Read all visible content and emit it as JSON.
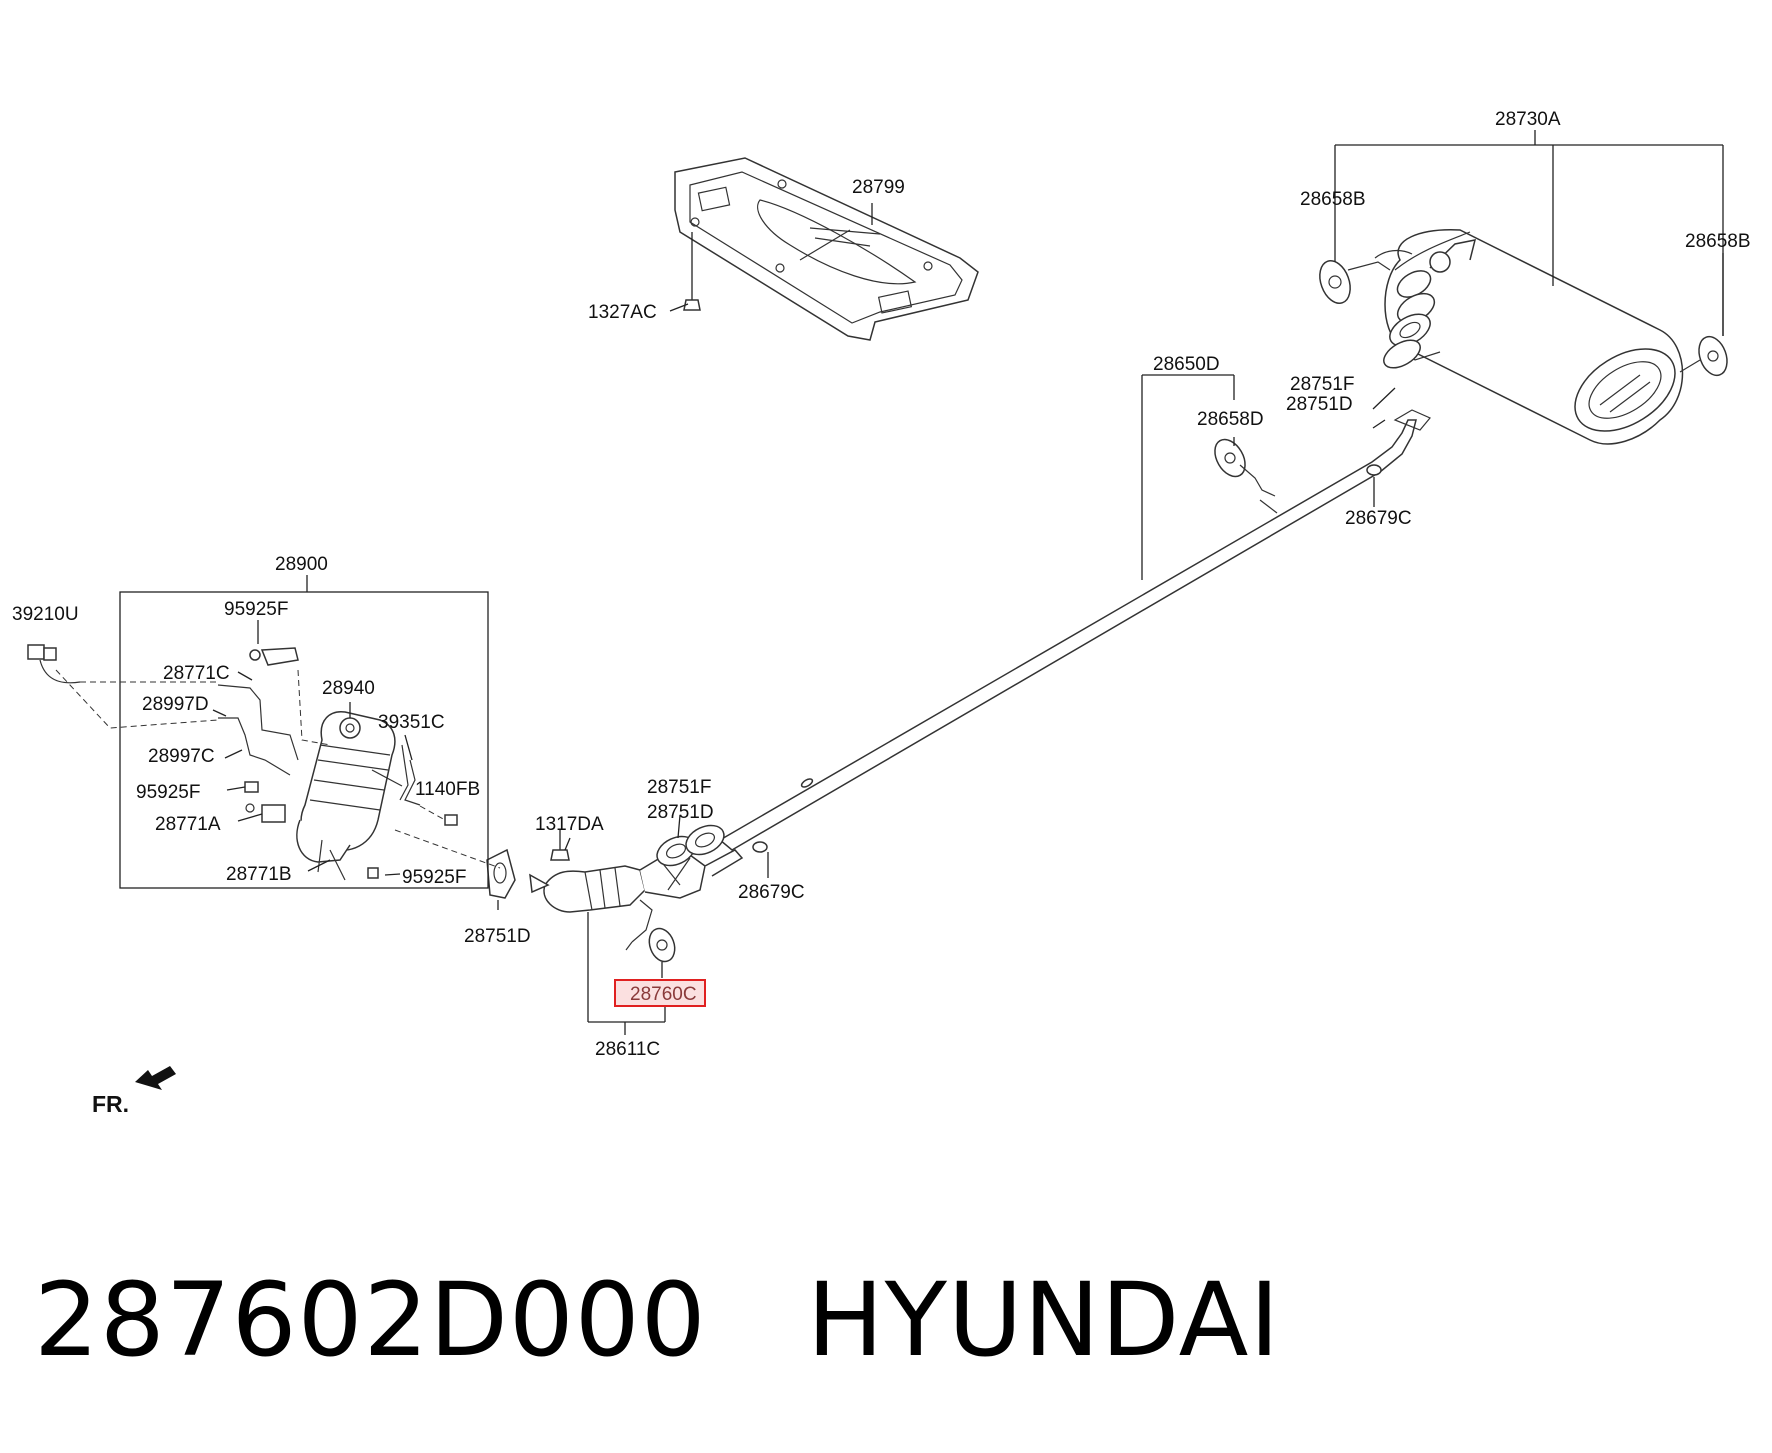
{
  "labels": {
    "l28730A": "28730A",
    "l28658B_left": "28658B",
    "l28658B_right": "28658B",
    "l28799": "28799",
    "l1327AC": "1327AC",
    "l28650D": "28650D",
    "l28751F_top": "28751F",
    "l28751D_top": "28751D",
    "l28658D": "28658D",
    "l28679C_top": "28679C",
    "l28900": "28900",
    "l39210U": "39210U",
    "l95925F_top": "95925F",
    "l28771C": "28771C",
    "l28940": "28940",
    "l28997D": "28997D",
    "l39351C": "39351C",
    "l28997C": "28997C",
    "l95925F_mid": "95925F",
    "l1140FB": "1140FB",
    "l28771A": "28771A",
    "l28771B": "28771B",
    "l95925F_bot": "95925F",
    "l1317DA": "1317DA",
    "l28751F_mid": "28751F",
    "l28751D_mid": "28751D",
    "l28751D_bot": "28751D",
    "l28679C_mid": "28679C",
    "l28760C": "28760C",
    "l28611C": "28611C",
    "fr": "FR."
  },
  "highlight": {
    "part": "28760C",
    "color": "#e02020",
    "fill": "#fbe0e0"
  },
  "footer": {
    "part_number": "287602D000",
    "brand": "HYUNDAI"
  }
}
